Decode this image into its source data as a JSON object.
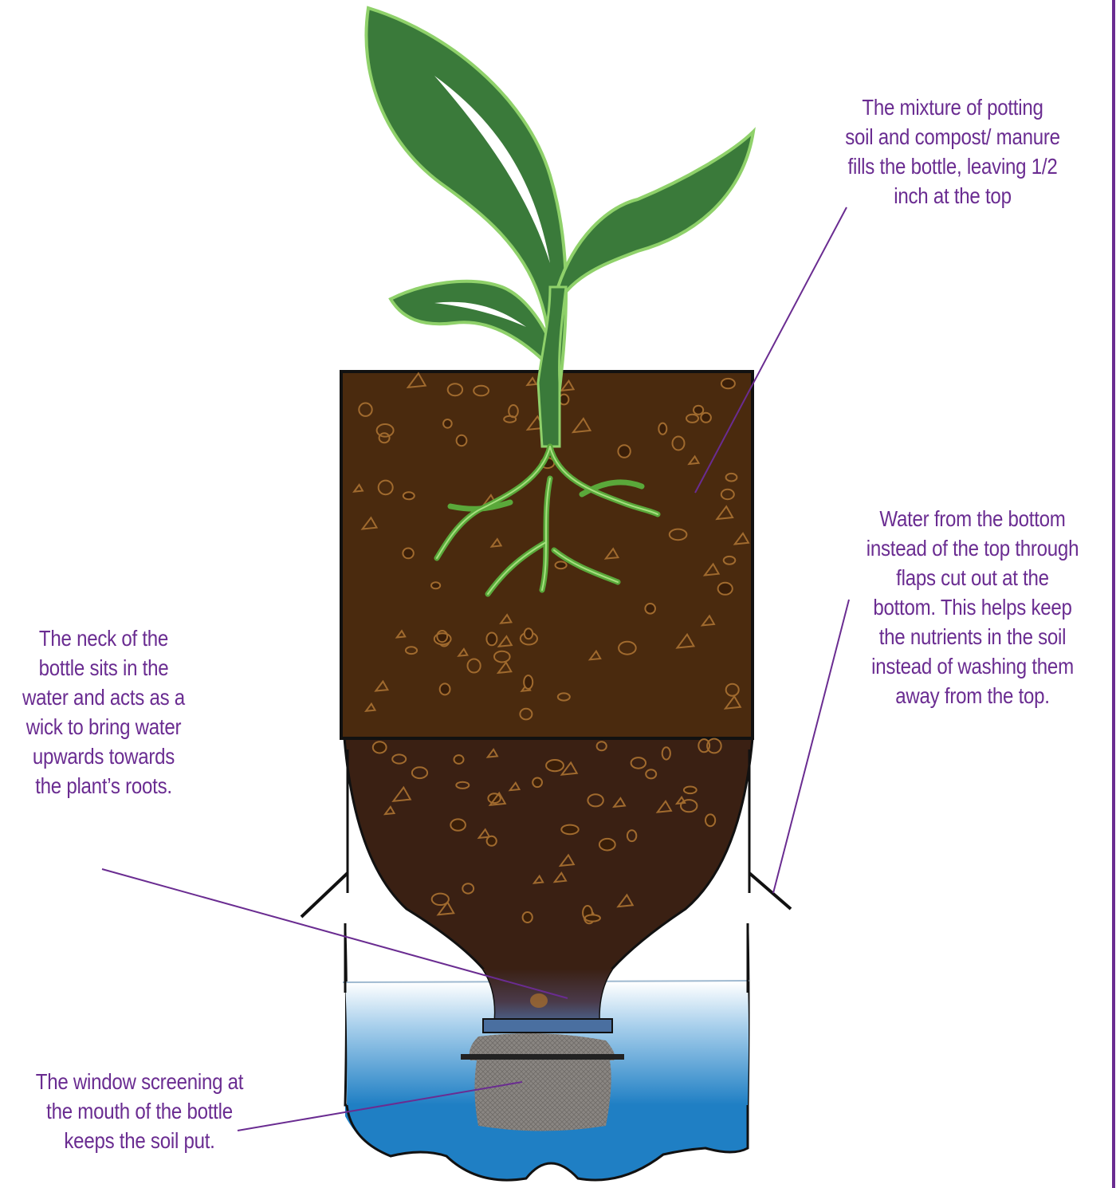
{
  "labels": {
    "soil": [
      "The mixture of potting",
      "soil and compost/ manure",
      "fills the bottle, leaving 1/2",
      "inch at the top"
    ],
    "water": [
      "Water from the bottom",
      "instead of the top through",
      "flaps cut out at the",
      "bottom. This helps keep",
      "the nutrients in the soil",
      "instead of washing them",
      "away from the top."
    ],
    "neck": [
      "The neck of the",
      "bottle sits in the",
      "water and acts as a",
      "wick to bring water",
      "upwards towards",
      "the plant’s roots."
    ],
    "screen": [
      "The window screening at",
      "the mouth of the bottle",
      "keeps the soil put."
    ]
  },
  "colors": {
    "label_text": "#6a2c91",
    "leader_line": "#6a2c91",
    "leaf_dark": "#3a7a3a",
    "leaf_light": "#8fd16a",
    "soil_upper": "#4a2a0e",
    "soil_lower": "#3a2013",
    "soil_speck": "#a06a2e",
    "water": "#1f7fc4",
    "screen": "#8a8682"
  }
}
